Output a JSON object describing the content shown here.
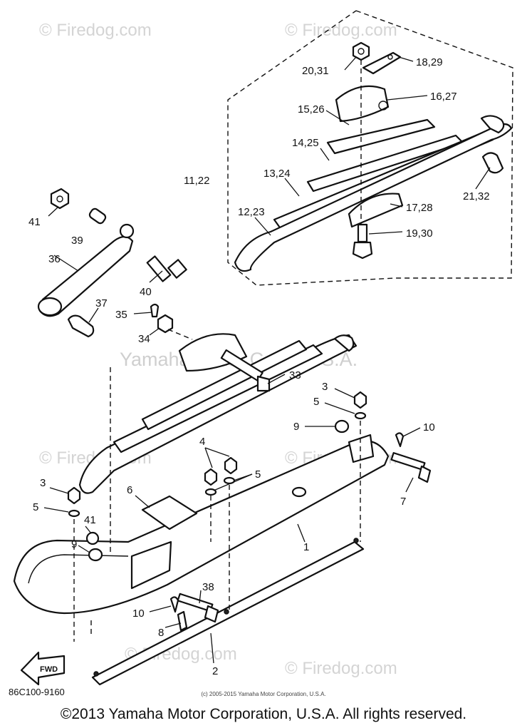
{
  "watermarks": {
    "firedog": "© Firedog.com",
    "yamaha": "Yamaha Motor Corp, U.S.A."
  },
  "callouts": {
    "c_20_31": "20,31",
    "c_18_29": "18,29",
    "c_16_27": "16,27",
    "c_15_26": "15,26",
    "c_14_25": "14,25",
    "c_13_24": "13,24",
    "c_11_22": "11,22",
    "c_12_23": "12,23",
    "c_17_28": "17,28",
    "c_19_30": "19,30",
    "c_21_32": "21,32",
    "c_41a": "41",
    "c_39": "39",
    "c_36": "36",
    "c_40": "40",
    "c_37": "37",
    "c_35": "35",
    "c_34": "34",
    "c_33": "33",
    "c_3a": "3",
    "c_5a": "5",
    "c_9a": "9",
    "c_10a": "10",
    "c_4": "4",
    "c_5b": "5",
    "c_6": "6",
    "c_3b": "3",
    "c_5c": "5",
    "c_7": "7",
    "c_41b": "41",
    "c_1": "1",
    "c_9b": "9",
    "c_38": "38",
    "c_10b": "10",
    "c_8": "8",
    "c_2": "2"
  },
  "fwd_label": "FWD",
  "diagram_code": "86C100-9160",
  "small_copyright": "(c) 2005-2015 Yamaha Motor Corporation, U.S.A.",
  "footer_copyright": "©2013 Yamaha Motor Corporation, U.S.A. All rights reserved."
}
